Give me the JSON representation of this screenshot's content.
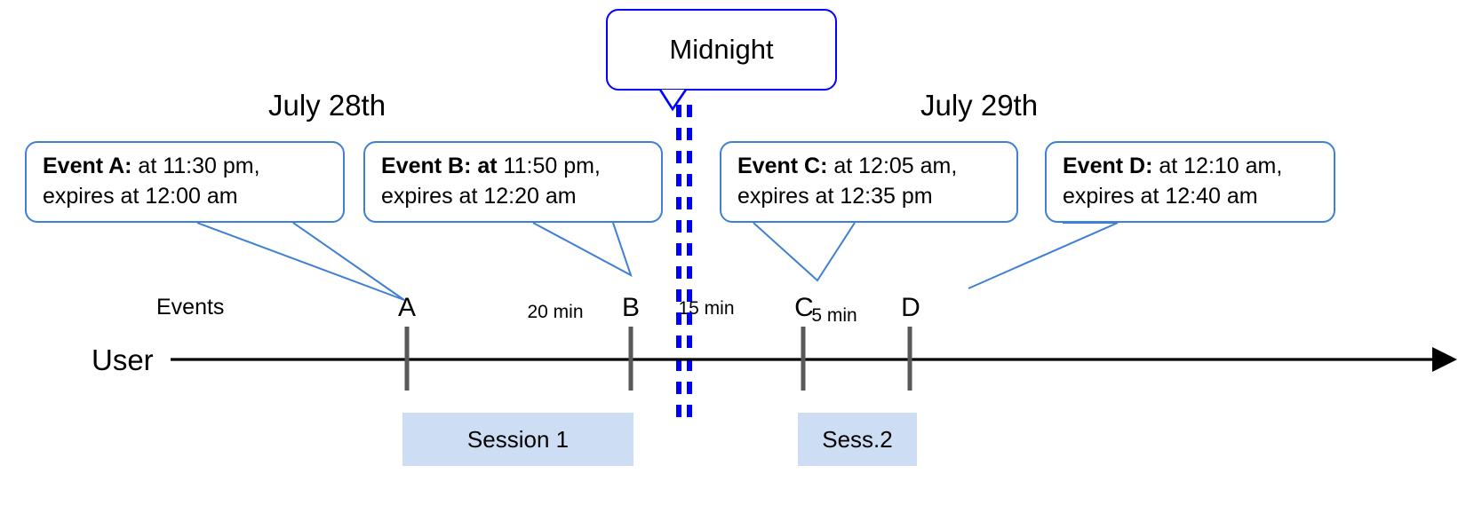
{
  "diagram": {
    "title_callout": {
      "label": "Midnight",
      "border_color": "#0000ff"
    },
    "day_labels": [
      {
        "text": "July 28th"
      },
      {
        "text": "July 29th"
      }
    ],
    "row_labels": {
      "events": "Events",
      "user": "User"
    },
    "event_callouts": [
      {
        "id": "A",
        "bold": "Event A:",
        "rest_line1": " at 11:30 pm,",
        "line2": "expires at 12:00 am"
      },
      {
        "id": "B",
        "bold": "Event B: at",
        "rest_line1": " 11:50 pm,",
        "line2": "expires at 12:20 am"
      },
      {
        "id": "C",
        "bold": "Event C:",
        "rest_line1": " at 12:05 am,",
        "line2": "expires at 12:35 pm"
      },
      {
        "id": "D",
        "bold": "Event D:",
        "rest_line1": "  at 12:10 am,",
        "line2": "expires at 12:40 am"
      }
    ],
    "event_markers": [
      {
        "letter": "A"
      },
      {
        "letter": "B"
      },
      {
        "letter": "C"
      },
      {
        "letter": "D"
      }
    ],
    "interval_labels": [
      {
        "text": "20 min"
      },
      {
        "text": "15 min"
      },
      {
        "text": "5 min"
      }
    ],
    "sessions": [
      {
        "label": "Session 1"
      },
      {
        "label": "Sess.2"
      }
    ],
    "colors": {
      "callout_border": "#3f7fd4",
      "midnight_line": "#0000ff",
      "session_fill": "#cdddf4",
      "axis": "#000000",
      "tick": "#595959"
    }
  }
}
